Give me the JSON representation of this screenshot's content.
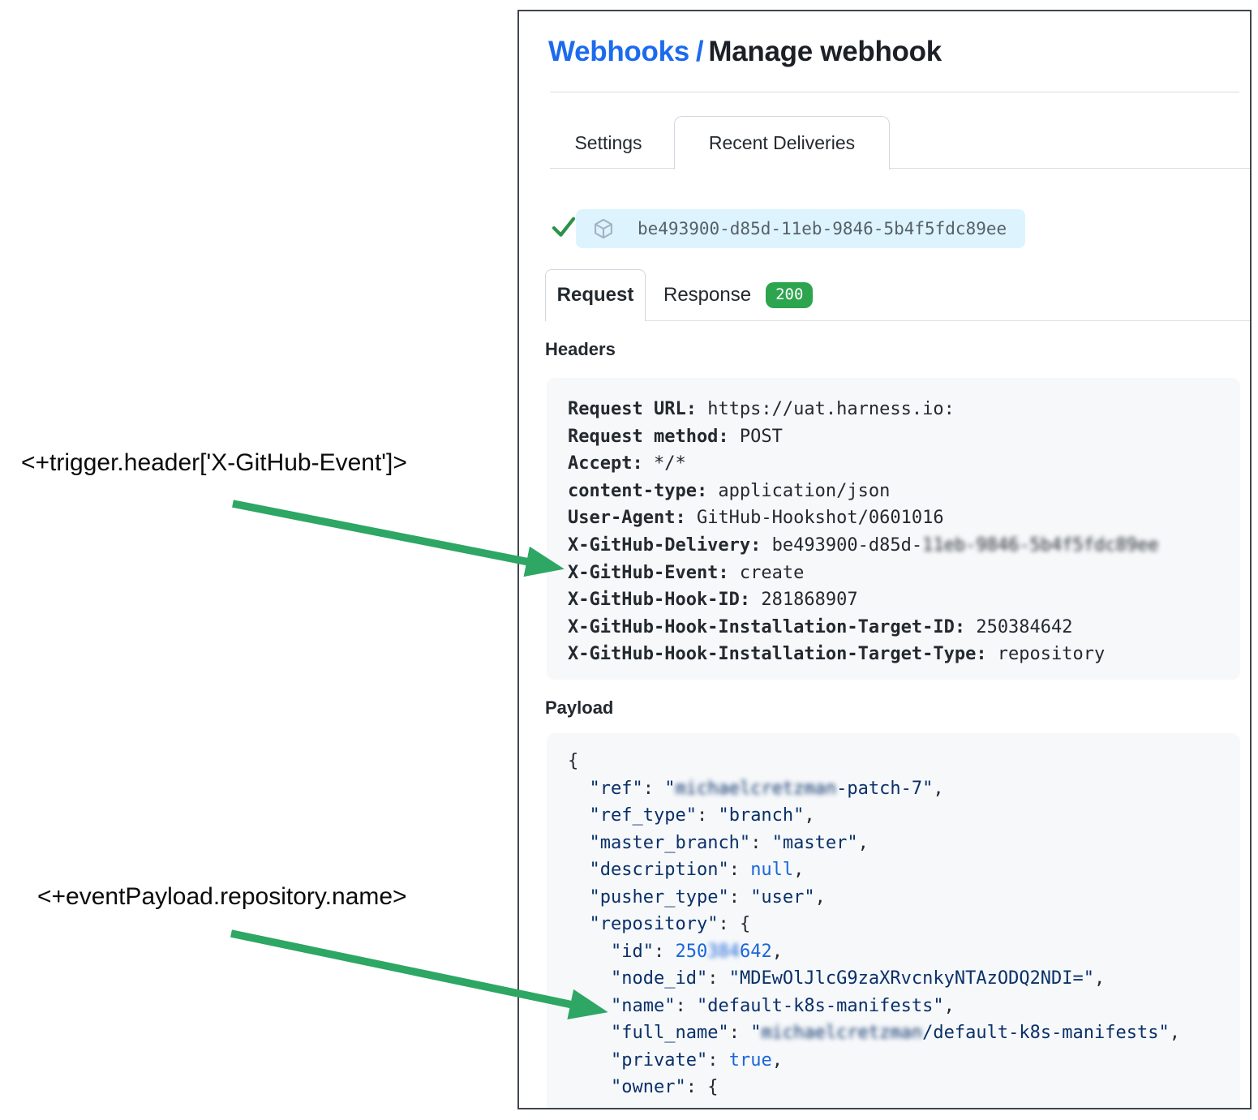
{
  "colors": {
    "accent_blue": "#1c6bee",
    "arrow_green": "#2ea664",
    "badge_green": "#2da44e",
    "check_green": "#2b9348",
    "pill_bg": "#ddf4ff",
    "code_bg": "#f6f8fa",
    "string_navy": "#0a3069",
    "literal_blue": "#1a66d9"
  },
  "annotations": {
    "trigger_expression": "<+trigger.header['X-GitHub-Event']>",
    "payload_expression": "<+eventPayload.repository.name>"
  },
  "panel": {
    "breadcrumb": {
      "link": "Webhooks",
      "separator": "/",
      "current": "Manage webhook"
    },
    "tabs": [
      {
        "label": "Settings",
        "active": false
      },
      {
        "label": "Recent Deliveries",
        "active": true
      }
    ],
    "delivery": {
      "id": "be493900-d85d-11eb-9846-5b4f5fdc89ee"
    },
    "subtabs": [
      {
        "label": "Request",
        "active": true
      },
      {
        "label": "Response",
        "badge": "200"
      }
    ],
    "headers_section": {
      "title": "Headers",
      "rows": [
        {
          "key": "Request URL:",
          "value": "https://uat.harness.io:"
        },
        {
          "key": "Request method:",
          "value": "POST"
        },
        {
          "key": "Accept:",
          "value": "*/*"
        },
        {
          "key": "content-type:",
          "value": "application/json"
        },
        {
          "key": "User-Agent:",
          "value": "GitHub-Hookshot/0601016"
        },
        {
          "key": "X-GitHub-Delivery:",
          "value": "be493900-d85d-",
          "blur": "11eb-9846-5b4f5fdc89ee"
        },
        {
          "key": "X-GitHub-Event:",
          "value": "create"
        },
        {
          "key": "X-GitHub-Hook-ID:",
          "value": "281868907"
        },
        {
          "key": "X-GitHub-Hook-Installation-Target-ID:",
          "value": "250384642"
        },
        {
          "key": "X-GitHub-Hook-Installation-Target-Type:",
          "value": "repository"
        }
      ]
    },
    "payload_section": {
      "title": "Payload",
      "lines": [
        [
          {
            "c": "pln",
            "v": "{"
          }
        ],
        [
          {
            "c": "pln",
            "v": "  "
          },
          {
            "c": "key",
            "v": "\"ref\""
          },
          {
            "c": "pln",
            "v": ": "
          },
          {
            "c": "str",
            "v": "\""
          },
          {
            "c": "str bl",
            "v": "michaelcretzman"
          },
          {
            "c": "str",
            "v": "-patch-7\""
          },
          {
            "c": "pln",
            "v": ","
          }
        ],
        [
          {
            "c": "pln",
            "v": "  "
          },
          {
            "c": "key",
            "v": "\"ref_type\""
          },
          {
            "c": "pln",
            "v": ": "
          },
          {
            "c": "str",
            "v": "\"branch\""
          },
          {
            "c": "pln",
            "v": ","
          }
        ],
        [
          {
            "c": "pln",
            "v": "  "
          },
          {
            "c": "key",
            "v": "\"master_branch\""
          },
          {
            "c": "pln",
            "v": ": "
          },
          {
            "c": "str",
            "v": "\"master\""
          },
          {
            "c": "pln",
            "v": ","
          }
        ],
        [
          {
            "c": "pln",
            "v": "  "
          },
          {
            "c": "key",
            "v": "\"description\""
          },
          {
            "c": "pln",
            "v": ": "
          },
          {
            "c": "lit",
            "v": "null"
          },
          {
            "c": "pln",
            "v": ","
          }
        ],
        [
          {
            "c": "pln",
            "v": "  "
          },
          {
            "c": "key",
            "v": "\"pusher_type\""
          },
          {
            "c": "pln",
            "v": ": "
          },
          {
            "c": "str",
            "v": "\"user\""
          },
          {
            "c": "pln",
            "v": ","
          }
        ],
        [
          {
            "c": "pln",
            "v": "  "
          },
          {
            "c": "key",
            "v": "\"repository\""
          },
          {
            "c": "pln",
            "v": ": {"
          }
        ],
        [
          {
            "c": "pln",
            "v": "    "
          },
          {
            "c": "key",
            "v": "\"id\""
          },
          {
            "c": "pln",
            "v": ": "
          },
          {
            "c": "lit",
            "v": "250"
          },
          {
            "c": "lit bl",
            "v": "384"
          },
          {
            "c": "lit",
            "v": "642"
          },
          {
            "c": "pln",
            "v": ","
          }
        ],
        [
          {
            "c": "pln",
            "v": "    "
          },
          {
            "c": "key",
            "v": "\"node_id\""
          },
          {
            "c": "pln",
            "v": ": "
          },
          {
            "c": "str",
            "v": "\"MDEwOlJlcG9zaXRvcnkyNTAzODQ2NDI=\""
          },
          {
            "c": "pln",
            "v": ","
          }
        ],
        [
          {
            "c": "pln",
            "v": "    "
          },
          {
            "c": "key",
            "v": "\"name\""
          },
          {
            "c": "pln",
            "v": ": "
          },
          {
            "c": "str",
            "v": "\"default-k8s-manifests\""
          },
          {
            "c": "pln",
            "v": ","
          }
        ],
        [
          {
            "c": "pln",
            "v": "    "
          },
          {
            "c": "key",
            "v": "\"full_name\""
          },
          {
            "c": "pln",
            "v": ": "
          },
          {
            "c": "str",
            "v": "\""
          },
          {
            "c": "str bl",
            "v": "michaelcretzman"
          },
          {
            "c": "str",
            "v": "/default-k8s-manifests\""
          },
          {
            "c": "pln",
            "v": ","
          }
        ],
        [
          {
            "c": "pln",
            "v": "    "
          },
          {
            "c": "key",
            "v": "\"private\""
          },
          {
            "c": "pln",
            "v": ": "
          },
          {
            "c": "lit",
            "v": "true"
          },
          {
            "c": "pln",
            "v": ","
          }
        ],
        [
          {
            "c": "pln",
            "v": "    "
          },
          {
            "c": "key",
            "v": "\"owner\""
          },
          {
            "c": "pln",
            "v": ": {"
          }
        ]
      ]
    }
  }
}
